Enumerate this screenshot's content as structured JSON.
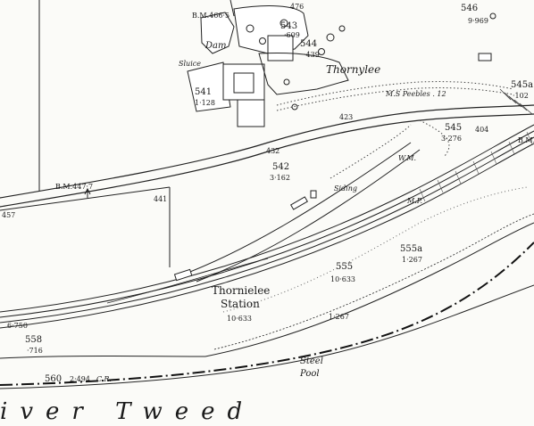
{
  "map": {
    "place": "Thornylee",
    "station_name": "Thornielee",
    "station_word": "Station",
    "river": "River Tweed",
    "river_visible": "iver Tweed",
    "steel": "Steel",
    "pool": "Pool",
    "siding": "Siding",
    "wm": "W.M.",
    "mp": "M.P.",
    "ms": "M.S Peebles . 12",
    "dam": "Dam",
    "sluice": "Sluice",
    "cr": "C.R.",
    "benchmarks": {
      "bm466": "B.M.466·5",
      "bm447": "B.M.447·7",
      "bm_right": "B.M."
    },
    "levels": {
      "l476": "476",
      "l423": "423",
      "l432": "432",
      "l441": "441",
      "l457": "457",
      "l404": "404"
    },
    "parcels": {
      "p546": "546",
      "a546": "9·969",
      "p543": "543",
      "a543": "·609",
      "p544": "544",
      "a544": "·439",
      "p541": "541",
      "a541": "1·128",
      "p545a": "545a",
      "a545a": "·102",
      "p545": "545",
      "a545": "3·276",
      "p542": "542",
      "a542": "3·162",
      "p555a": "555a",
      "a555a": "1·267",
      "p555": "555",
      "a555": "10·633",
      "station_area": "10·633",
      "a1267": "1·267",
      "a6750": "6·750",
      "p558": "558",
      "a558": "·716",
      "p560": "560",
      "a560": "2·494"
    }
  }
}
